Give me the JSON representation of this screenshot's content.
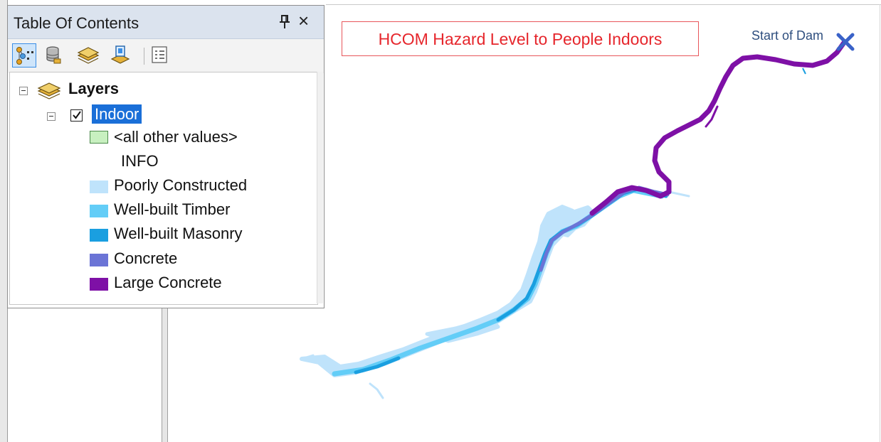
{
  "toc": {
    "title": "Table Of Contents",
    "toolbar": [
      {
        "name": "list-by-drawing-order",
        "icon": "list-drawing-order-icon",
        "active": true
      },
      {
        "name": "list-by-source",
        "icon": "database-icon",
        "active": false
      },
      {
        "name": "list-by-visibility",
        "icon": "layers-visibility-icon",
        "active": false
      },
      {
        "name": "list-by-selection",
        "icon": "selection-icon",
        "active": false
      },
      {
        "name": "options",
        "icon": "options-list-icon",
        "active": false
      }
    ],
    "tree": {
      "root_label": "Layers",
      "layer_label": "Indoor",
      "layer_checked": true,
      "legend": [
        {
          "label": "<all other values>",
          "color": "#c8f0c0",
          "border": "#4a8a4a"
        },
        {
          "label": "INFO",
          "color": null
        },
        {
          "label": "Poorly Constructed",
          "color": "#bfe3fb"
        },
        {
          "label": "Well-built Timber",
          "color": "#63cdf7"
        },
        {
          "label": "Well-built Masonry",
          "color": "#1a9fe0"
        },
        {
          "label": "Concrete",
          "color": "#6b74d6"
        },
        {
          "label": "Large Concrete",
          "color": "#7e10a6"
        }
      ]
    }
  },
  "map": {
    "title": "HCOM Hazard Level to People Indoors",
    "dam_label": "Start of Dam",
    "dam_marker_icon": "x-marker-icon",
    "dam_marker_color": "#3a62c8"
  }
}
